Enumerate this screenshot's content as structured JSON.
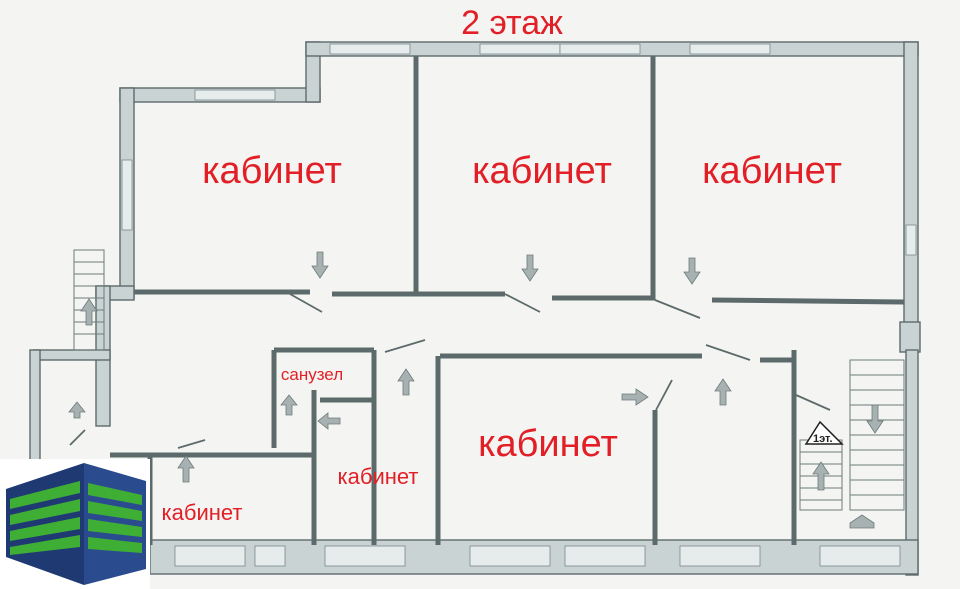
{
  "title": "2 этаж",
  "rooms": [
    {
      "label": "кабинет"
    },
    {
      "label": "кабинет"
    },
    {
      "label": "кабинет"
    },
    {
      "label": "кабинет"
    },
    {
      "label": "кабинет"
    },
    {
      "label": "кабинет"
    }
  ],
  "wc": {
    "label": "санузел"
  },
  "stair_marker": {
    "label": "1эт."
  },
  "colors": {
    "label_red": "#e21f26",
    "wall": "#c9d3d4",
    "logo_blue": "#1f3a73",
    "logo_green": "#3fae35"
  }
}
